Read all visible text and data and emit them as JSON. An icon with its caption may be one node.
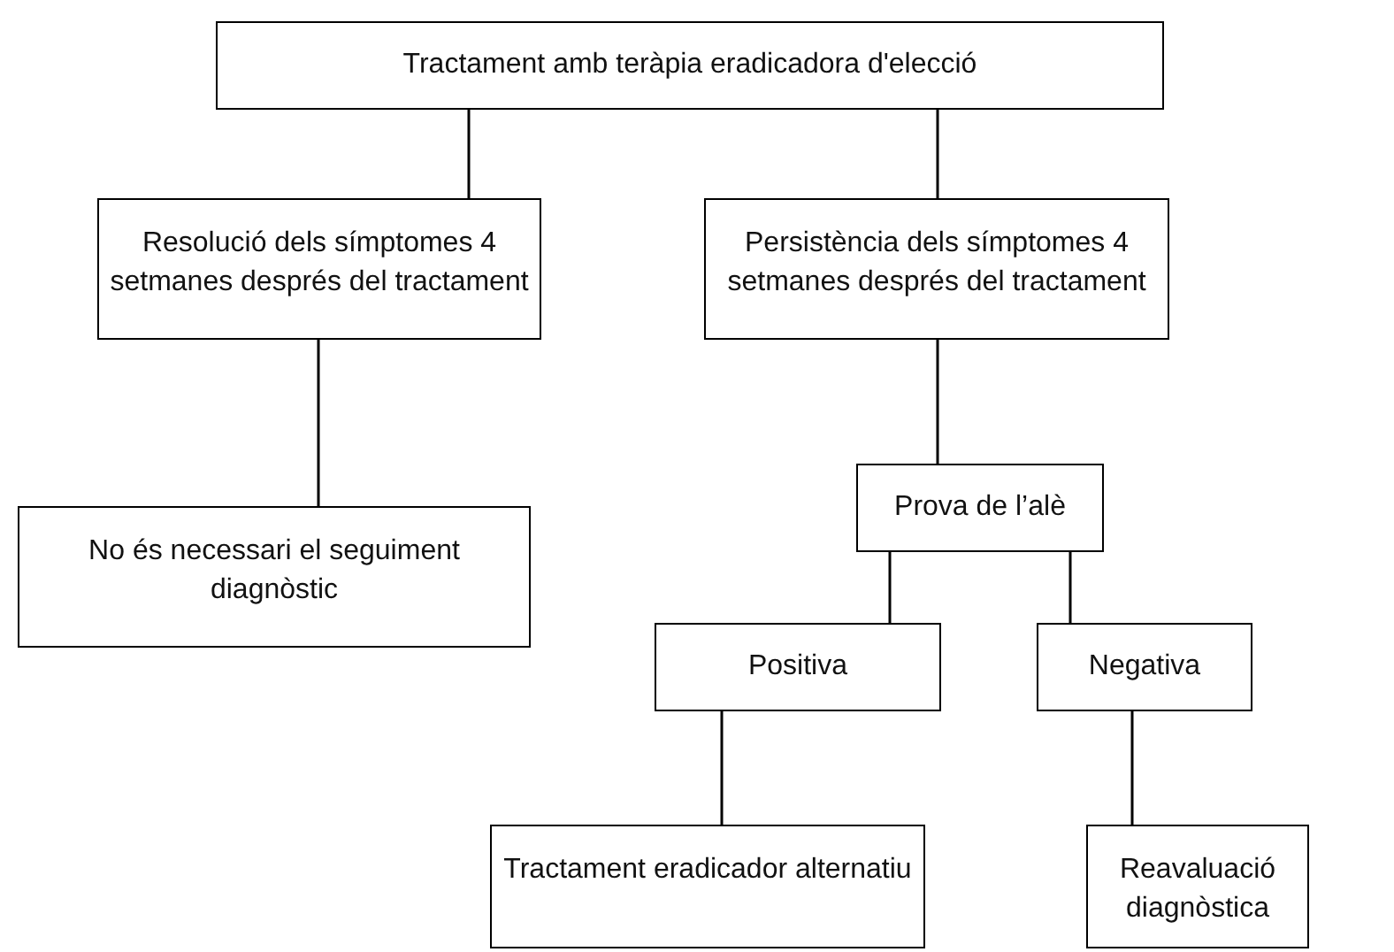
{
  "diagram": {
    "nodes": [
      {
        "text": [
          "Tractament amb teràpia eradicadora d'elecció"
        ]
      },
      {
        "text": [
          "Resolució dels símptomes 4 setmanes després del tractament"
        ]
      },
      {
        "text": [
          "Persistència dels símptomes 4 setmanes després del tractament"
        ]
      },
      {
        "text": [
          "No és necessari el seguiment diagnòstic"
        ]
      },
      {
        "text": [
          "Prova de l’alè"
        ]
      },
      {
        "text": [
          "Positiva"
        ]
      },
      {
        "text": [
          "Negativa"
        ]
      },
      {
        "text": [
          "Tractament eradicador alternatiu"
        ]
      },
      {
        "text": [
          "Reavaluació diagnòstica"
        ]
      }
    ],
    "edges": [
      {
        "from": 0,
        "to": 1,
        "arrow": "none"
      },
      {
        "from": 0,
        "to": 2,
        "arrow": "none"
      },
      {
        "from": 1,
        "to": 3,
        "arrow": "none"
      },
      {
        "from": 2,
        "to": 4,
        "arrow": "none"
      },
      {
        "from": 4,
        "to": 5,
        "arrow": "none"
      },
      {
        "from": 4,
        "to": 6,
        "arrow": "none"
      },
      {
        "from": 5,
        "to": 7,
        "arrow": "none"
      },
      {
        "from": 6,
        "to": 8,
        "arrow": "none"
      }
    ]
  }
}
